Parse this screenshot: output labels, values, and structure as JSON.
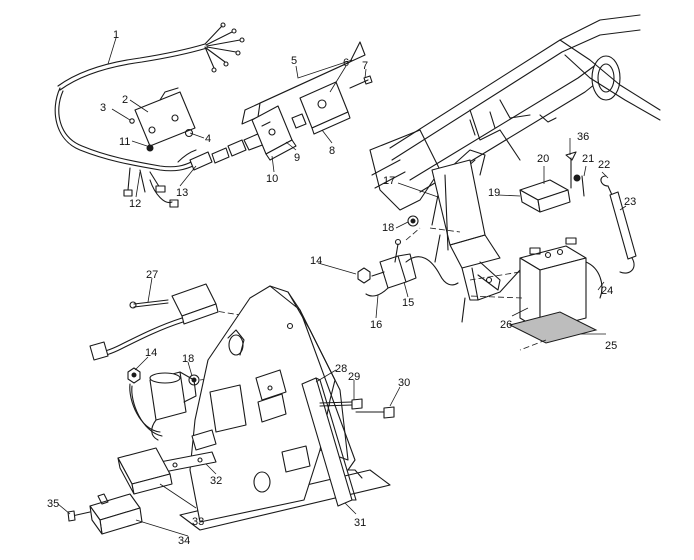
{
  "callouts": [
    {
      "id": "c1",
      "text": "1"
    },
    {
      "id": "c2",
      "text": "2"
    },
    {
      "id": "c3",
      "text": "3"
    },
    {
      "id": "c4",
      "text": "4"
    },
    {
      "id": "c5",
      "text": "5"
    },
    {
      "id": "c6",
      "text": "6"
    },
    {
      "id": "c7",
      "text": "7"
    },
    {
      "id": "c8",
      "text": "8"
    },
    {
      "id": "c9",
      "text": "9"
    },
    {
      "id": "c10",
      "text": "10"
    },
    {
      "id": "c11",
      "text": "11"
    },
    {
      "id": "c12",
      "text": "12"
    },
    {
      "id": "c13",
      "text": "13"
    },
    {
      "id": "c14a",
      "text": "14"
    },
    {
      "id": "c14b",
      "text": "14"
    },
    {
      "id": "c15",
      "text": "15"
    },
    {
      "id": "c16",
      "text": "16"
    },
    {
      "id": "c17",
      "text": "17"
    },
    {
      "id": "c18a",
      "text": "18"
    },
    {
      "id": "c18b",
      "text": "18"
    },
    {
      "id": "c19",
      "text": "19"
    },
    {
      "id": "c20",
      "text": "20"
    },
    {
      "id": "c21",
      "text": "21"
    },
    {
      "id": "c22",
      "text": "22"
    },
    {
      "id": "c23",
      "text": "23"
    },
    {
      "id": "c24",
      "text": "24"
    },
    {
      "id": "c25",
      "text": "25"
    },
    {
      "id": "c26",
      "text": "26"
    },
    {
      "id": "c27",
      "text": "27"
    },
    {
      "id": "c28",
      "text": "28"
    },
    {
      "id": "c29",
      "text": "29"
    },
    {
      "id": "c30",
      "text": "30"
    },
    {
      "id": "c31",
      "text": "31"
    },
    {
      "id": "c32",
      "text": "32"
    },
    {
      "id": "c33",
      "text": "33"
    },
    {
      "id": "c34",
      "text": "34"
    },
    {
      "id": "c35",
      "text": "35"
    },
    {
      "id": "c36",
      "text": "36"
    }
  ]
}
